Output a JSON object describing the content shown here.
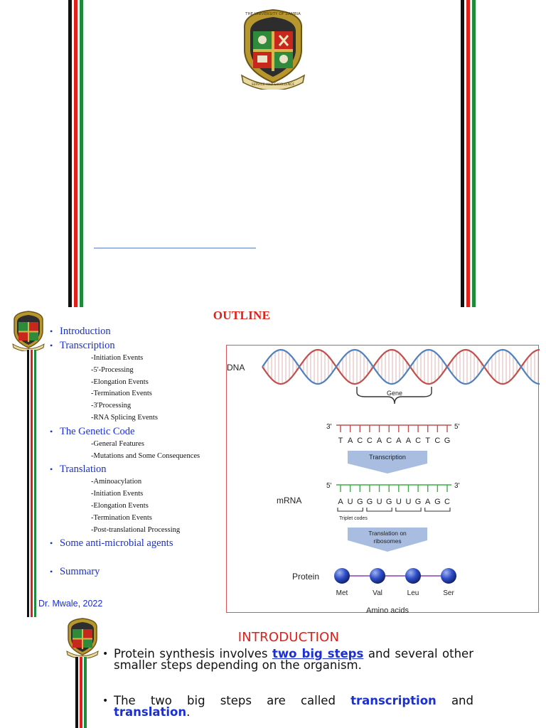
{
  "colors": {
    "stripe_black": "#111111",
    "stripe_red": "#e0201a",
    "stripe_green": "#1f8a3a",
    "title_red": "#e0201a",
    "link_blue": "#1a2fd6"
  },
  "slide1": {
    "logo_text_top": "THE UNIVERSITY OF ZAMBIA",
    "logo_motto": "SERVICE AND EXCELLENCE"
  },
  "slide2": {
    "title": "OUTLINE",
    "author": "Dr. Mwale, 2022",
    "outline": [
      {
        "label": "Introduction",
        "subs": []
      },
      {
        "label": "Transcription",
        "subs": [
          "-Initiation Events",
          "-5'-Processing",
          "-Elongation Events",
          "-Termination Events",
          "-3'Processing",
          "-RNA Splicing Events"
        ]
      },
      {
        "label": "The Genetic Code",
        "subs": [
          "-General Features",
          "-Mutations and Some Consequences"
        ]
      },
      {
        "label": "Translation",
        "subs": [
          "-Aminoacylation",
          "-Initiation Events",
          "-Elongation Events",
          "-Termination Events",
          "-Post-translational Processing"
        ]
      },
      {
        "label": "Some anti-microbial agents",
        "subs": []
      },
      {
        "label": "Summary",
        "subs": []
      }
    ],
    "figure": {
      "dna_label": "DNA",
      "gene_label": "Gene",
      "dna_strand_3": "3'",
      "dna_strand_5": "5'",
      "dna_sequence": [
        "T",
        "A",
        "C",
        "C",
        "A",
        "C",
        "A",
        "A",
        "C",
        "T",
        "C",
        "G"
      ],
      "transcription_label": "Transcription",
      "mrna_label": "mRNA",
      "mrna_strand_5": "5'",
      "mrna_strand_3": "3'",
      "mrna_sequence": [
        "A",
        "U",
        "G",
        "G",
        "U",
        "G",
        "U",
        "U",
        "G",
        "A",
        "G",
        "C"
      ],
      "triplet_label": "Triplet codes",
      "translation_label_1": "Translation on",
      "translation_label_2": "ribosomes",
      "protein_label": "Protein",
      "amino_acids": [
        "Met",
        "Val",
        "Leu",
        "Ser"
      ],
      "amino_acids_label": "Amino acids"
    }
  },
  "slide3": {
    "title": "INTRODUCTION",
    "bullet1_pre": "Protein synthesis involves ",
    "bullet1_kw": "two big steps",
    "bullet1_post": " and several other smaller steps depending on the organism.",
    "bullet2_pre": "The two big steps are called ",
    "bullet2_kw1": "transcription",
    "bullet2_mid": " and ",
    "bullet2_kw2": "translation",
    "bullet2_post": "."
  }
}
